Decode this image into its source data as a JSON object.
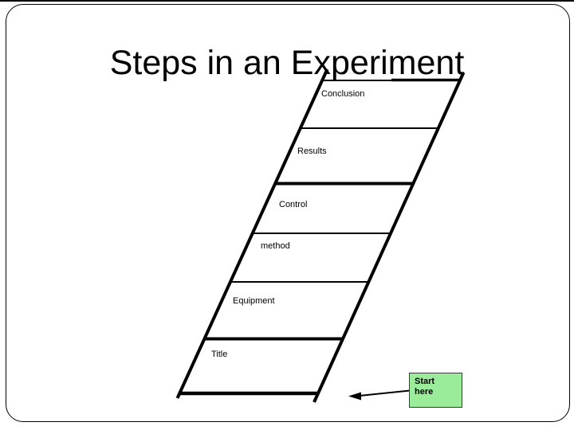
{
  "slide": {
    "title": "Steps in an Experiment"
  },
  "ladder": {
    "description": "slanted ladder diagram, rungs labeled bottom-to-top reading order top-to-bottom",
    "steps": [
      "Conclusion",
      "Results",
      "Control",
      "method",
      "Equipment",
      "Title"
    ]
  },
  "start_box": {
    "label": "Start here",
    "fill_color": "#9AEC9A",
    "border_color": "#3b3b3b"
  },
  "colors": {
    "background": "#ffffff",
    "line_color": "#000000",
    "text_color": "#000000"
  }
}
